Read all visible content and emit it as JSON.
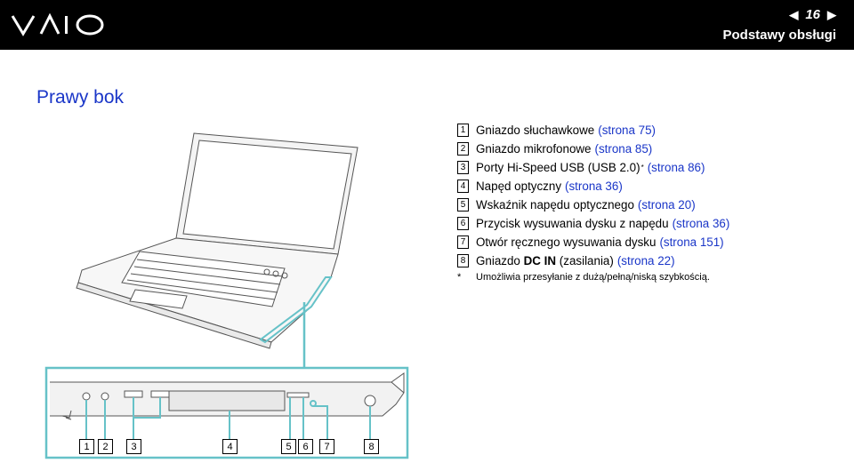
{
  "header": {
    "page_number": "16",
    "section_title": "Podstawy obsługi"
  },
  "title": "Prawy bok",
  "items": [
    {
      "num": "1",
      "text": "Gniazdo słuchawkowe",
      "ref": "(strona 75)"
    },
    {
      "num": "2",
      "text": "Gniazdo mikrofonowe",
      "ref": "(strona 85)"
    },
    {
      "num": "3",
      "text": "Porty Hi-Speed USB (USB 2.0)",
      "sup": "*",
      "ref": "(strona 86)"
    },
    {
      "num": "4",
      "text": "Napęd optyczny",
      "ref": "(strona 36)"
    },
    {
      "num": "5",
      "text": "Wskaźnik napędu optycznego",
      "ref": "(strona 20)"
    },
    {
      "num": "6",
      "text": "Przycisk wysuwania dysku z napędu",
      "ref": "(strona 36)"
    },
    {
      "num": "7",
      "text": "Otwór ręcznego wysuwania dysku",
      "ref": "(strona 151)"
    },
    {
      "num": "8",
      "text_before": "Gniazdo",
      "text_bold": "DC IN",
      "text_after": "(zasilania)",
      "ref": "(strona 22)"
    }
  ],
  "footnote": {
    "mark": "*",
    "text": "Umożliwia przesyłanie z dużą/pełną/niską szybkością."
  },
  "callouts": [
    "1",
    "2",
    "3",
    "4",
    "5",
    "6",
    "7",
    "8"
  ],
  "colors": {
    "link": "#1a36c8",
    "header_bg": "#000000",
    "highlight": "#66c2c8"
  }
}
